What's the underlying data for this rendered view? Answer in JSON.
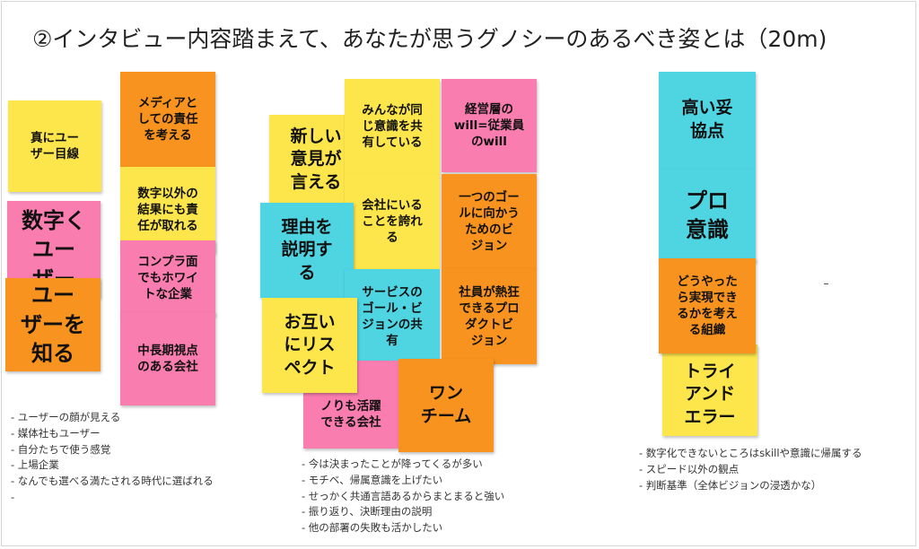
{
  "title": "②インタビュー内容踏まえて、あなたが思うグノシーのあるべき姿とは（20m)",
  "stickies": {
    "n1": "真にユー\nザー目線",
    "n2": "メディアと\nしての責任\nを考える",
    "n3": "数字以外の\n結果にも責\n任が取れる",
    "n4": "数字く\nユー\nザー",
    "n5": "コンプラ面\nでもホワイ\nトな企業",
    "n6": "ユー\nザーを\n知る",
    "n7": "中長期視点\nのある会社",
    "n8": "新しい\n意見が\n言える",
    "n9": "みんなが同\nじ意識を共\n有している",
    "n10": "経営層の\nwill=従業員\nのwill",
    "n11": "理由を\n説明す\nる",
    "n12": "会社にいる\nことを誇れ\nる",
    "n13": "一つのゴー\nルに向かう\nためのビ\nジョン",
    "n14": "サービスの\nゴール・ビ\nジョンの共\n有",
    "n15": "社員が熱狂\nできるプロ\nダクトビ\nジョン",
    "n16": "お互い\nにリス\nペクト",
    "n17": "ノりも活躍\nできる会社",
    "n18": "ワン\nチーム",
    "n19": "高い妥\n協点",
    "n20": "プロ\n意識",
    "n21": "どうやった\nら実現でき\nるかを考え\nる組織",
    "n22": "トライ\nアンド\nエラー"
  },
  "notes_left": [
    "- ユーザーの顔が見える",
    "- 媒体社もユーザー",
    "- 自分たちで使う感覚",
    "- 上場企業",
    "- なんでも選べる満たされる時代に選ばれる",
    "-"
  ],
  "notes_mid": [
    "- 今は決まったことが降ってくるが多い",
    "- モチベ、帰属意識を上げたい",
    "- せっかく共通言語あるからまとまると強い",
    "- 振り返り、決断理由の説明",
    "- 他の部署の失敗も活かしたい"
  ],
  "notes_right": [
    "- 数字化できないところはskillや意識に帰属する",
    "- スピード以外の観点",
    "- 判断基準（全体ビジョンの浸透かな）"
  ]
}
